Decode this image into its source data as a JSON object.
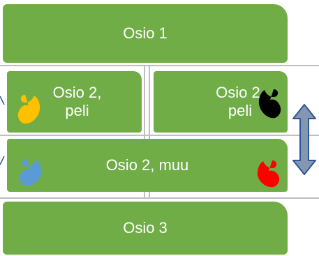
{
  "panels": {
    "osio1": "Osio 1",
    "osio2_peli_left_line1": "Osio 2,",
    "osio2_peli_left_line2": "peli",
    "osio2_peli_right_line1": "Osio 2,",
    "osio2_peli_right_line2": "peli",
    "osio2_muu": "Osio 2, muu",
    "osio3": "Osio 3"
  },
  "colors": {
    "panel_green": "#70ad47",
    "frame_gray": "#bfbfbf",
    "arrow_fill": "#8497b0",
    "arrow_stroke": "#2f5597",
    "icon_yellow": "#ffc000",
    "icon_blue": "#5b9bd5",
    "icon_black": "#000000",
    "icon_red": "#ff0000"
  },
  "icons": [
    {
      "name": "yellow-player-icon",
      "color": "#ffc000"
    },
    {
      "name": "blue-player-icon",
      "color": "#5b9bd5"
    },
    {
      "name": "black-player-icon",
      "color": "#000000"
    },
    {
      "name": "red-player-icon",
      "color": "#ff0000"
    }
  ]
}
